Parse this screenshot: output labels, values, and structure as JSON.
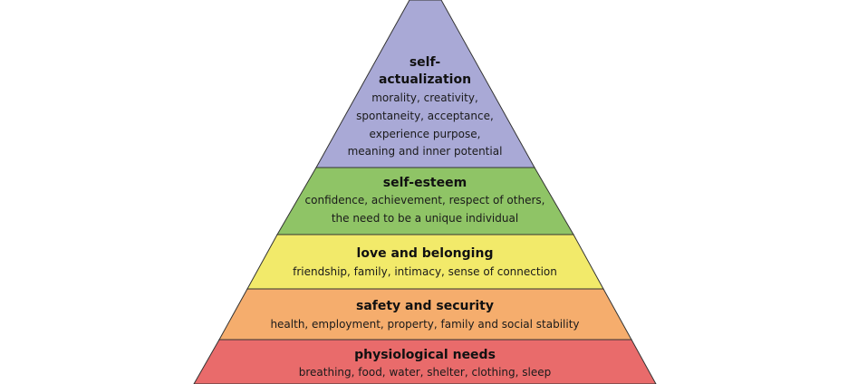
{
  "pyramid": {
    "tiers": [
      {
        "id": "self-actualization",
        "title_lines": [
          "self-",
          "actualization"
        ],
        "desc_lines": [
          "morality, creativity,",
          "spontaneity, acceptance,",
          "experience purpose,",
          "meaning and inner potential"
        ],
        "color": "#a9a9d6"
      },
      {
        "id": "self-esteem",
        "title_lines": [
          "self-esteem"
        ],
        "desc_lines": [
          "confidence, achievement, respect of others,",
          "the need to be a unique individual"
        ],
        "color": "#8fc466"
      },
      {
        "id": "love-and-belonging",
        "title_lines": [
          "love and belonging"
        ],
        "desc_lines": [
          "friendship, family, intimacy, sense of connection"
        ],
        "color": "#f2ea6a"
      },
      {
        "id": "safety-and-security",
        "title_lines": [
          "safety and security"
        ],
        "desc_lines": [
          "health, employment, property, family and social stability"
        ],
        "color": "#f5ad6d"
      },
      {
        "id": "physiological-needs",
        "title_lines": [
          "physiological needs"
        ],
        "desc_lines": [
          "breathing, food, water, shelter, clothing, sleep"
        ],
        "color": "#e96b6b"
      }
    ]
  }
}
